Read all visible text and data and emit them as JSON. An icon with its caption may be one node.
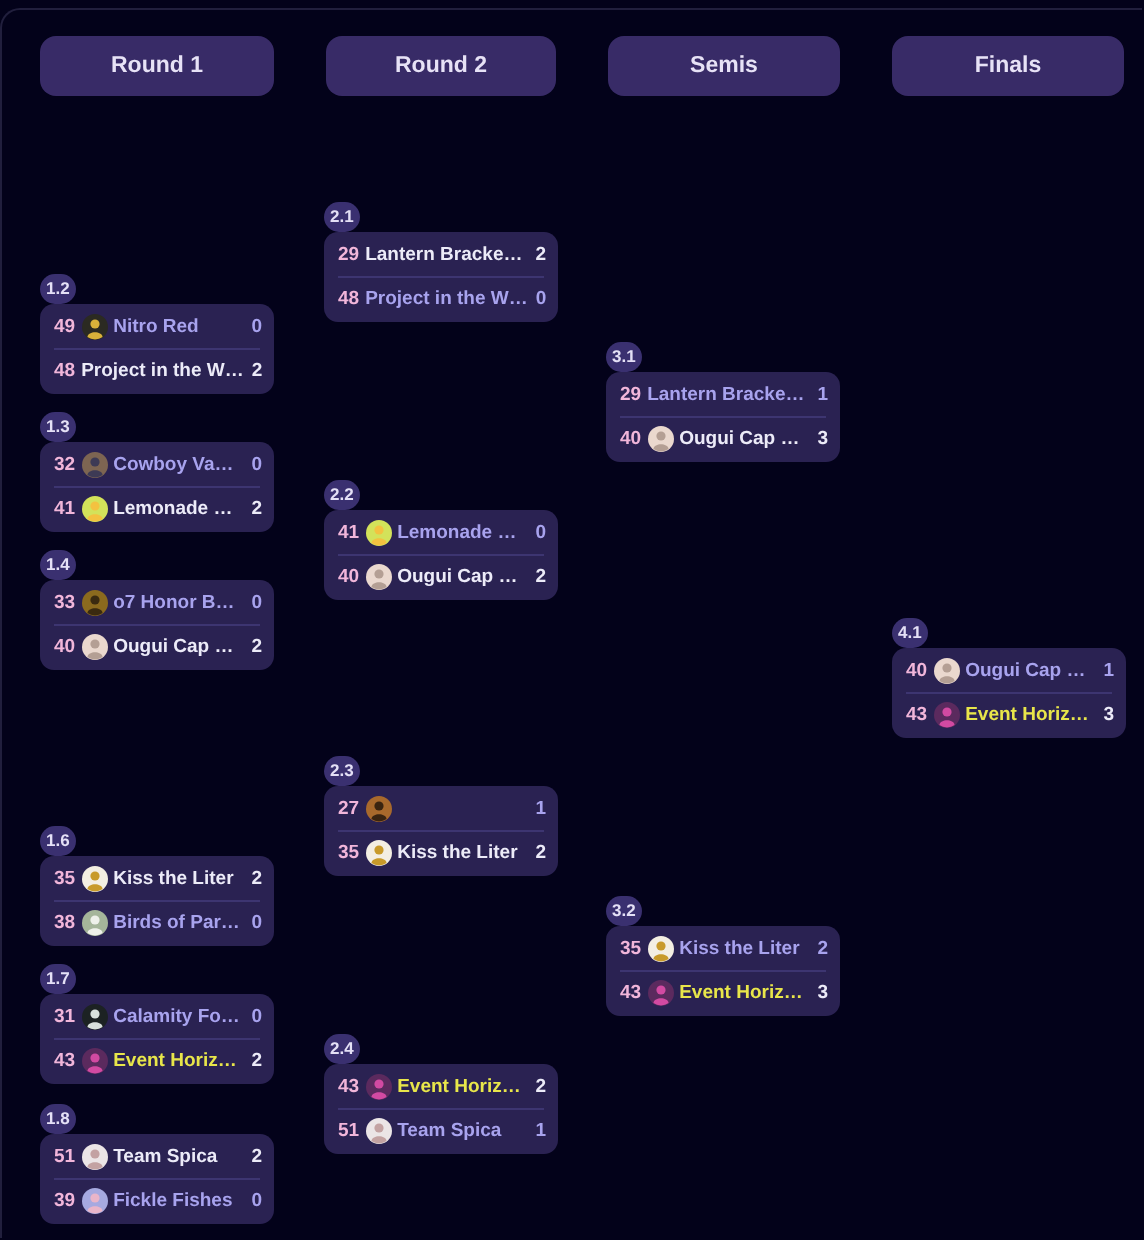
{
  "diagram": {
    "nodes": [
      {
        "text": [
          "Round 1"
        ]
      },
      {
        "text": [
          "Round 2"
        ]
      },
      {
        "text": [
          "Semis"
        ]
      },
      {
        "text": [
          "Finals"
        ]
      },
      {
        "text": [
          "1.2"
        ]
      },
      {
        "text": [
          "49",
          "Nitro Red",
          "0",
          "48",
          "Project in the W…",
          "2"
        ]
      },
      {
        "text": [
          "1.3"
        ]
      },
      {
        "text": [
          "32",
          "Cowboy Va…",
          "0",
          "41",
          "Lemonade …",
          "2"
        ]
      },
      {
        "text": [
          "1.4"
        ]
      },
      {
        "text": [
          "33",
          "o7 Honor B…",
          "0",
          "40",
          "Ougui Cap …",
          "2"
        ]
      },
      {
        "text": [
          "1.6"
        ]
      },
      {
        "text": [
          "35",
          "Kiss the Liter",
          "2",
          "38",
          "Birds of Par…",
          "0"
        ]
      },
      {
        "text": [
          "1.7"
        ]
      },
      {
        "text": [
          "31",
          "Calamity Fo…",
          "0",
          "43",
          "Event Horiz…",
          "2"
        ]
      },
      {
        "text": [
          "1.8"
        ]
      },
      {
        "text": [
          "51",
          "Team Spica",
          "2",
          "39",
          "Fickle Fishes",
          "0"
        ]
      },
      {
        "text": [
          "2.1"
        ]
      },
      {
        "text": [
          "29",
          "Lantern Bracke…",
          "2",
          "48",
          "Project in the W…",
          "0"
        ]
      },
      {
        "text": [
          "2.2"
        ]
      },
      {
        "text": [
          "41",
          "Lemonade …",
          "0",
          "40",
          "Ougui Cap …",
          "2"
        ]
      },
      {
        "text": [
          "2.3"
        ]
      },
      {
        "text": [
          "27",
          "1",
          "35",
          "Kiss the Liter",
          "2"
        ]
      },
      {
        "text": [
          "2.4"
        ]
      },
      {
        "text": [
          "43",
          "Event Horiz…",
          "2",
          "51",
          "Team Spica",
          "1"
        ]
      },
      {
        "text": [
          "3.1"
        ]
      },
      {
        "text": [
          "29",
          "Lantern Bracke…",
          "1",
          "40",
          "Ougui Cap …",
          "3"
        ]
      },
      {
        "text": [
          "3.2"
        ]
      },
      {
        "text": [
          "35",
          "Kiss the Liter",
          "2",
          "43",
          "Event Horiz…",
          "3"
        ]
      },
      {
        "text": [
          "4.1"
        ]
      },
      {
        "text": [
          "40",
          "Ougui Cap …",
          "1",
          "43",
          "Event Horiz…",
          "3"
        ]
      }
    ]
  }
}
